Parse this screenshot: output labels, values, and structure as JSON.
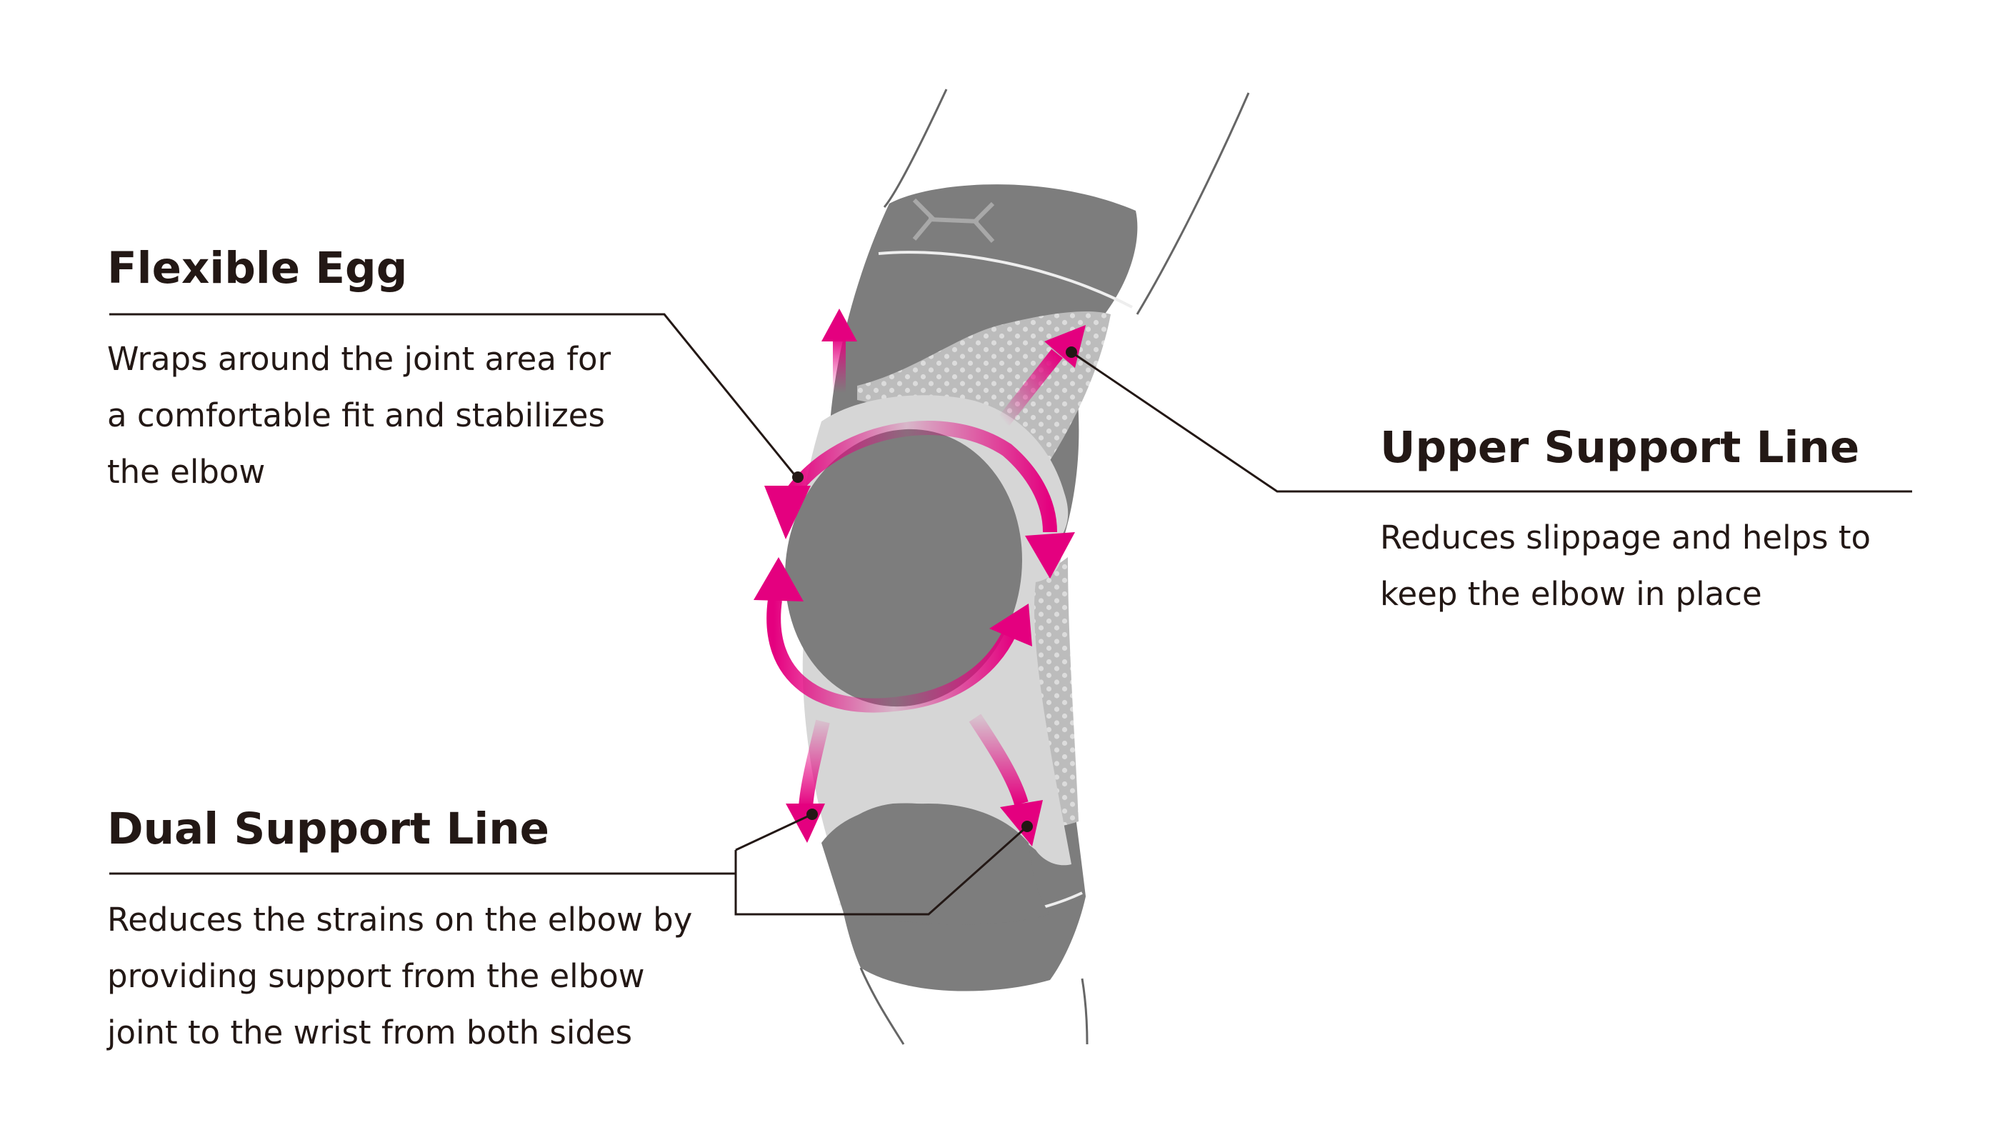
{
  "colors": {
    "text": "#231815",
    "sleeve_dark": "#7d7d7d",
    "sleeve_light": "#d6d6d6",
    "mesh": "#a9a9a9",
    "arrow": "#e4007f",
    "outline": "#555555"
  },
  "callouts": {
    "flexible_egg": {
      "heading": "Flexible Egg",
      "lines": [
        "Wraps around the joint area for",
        "a comfortable fit and stabilizes",
        "the elbow"
      ]
    },
    "upper_support": {
      "heading": "Upper Support Line",
      "lines": [
        "Reduces slippage and helps to",
        "keep the elbow in place"
      ]
    },
    "dual_support": {
      "heading": "Dual Support Line",
      "lines": [
        "Reduces the strains on the elbow by",
        "providing support from the elbow",
        "joint to the wrist from both sides"
      ]
    }
  },
  "icons": {
    "logo": "x-mark-logo-icon",
    "arrows": "pink-arrow-icon"
  }
}
